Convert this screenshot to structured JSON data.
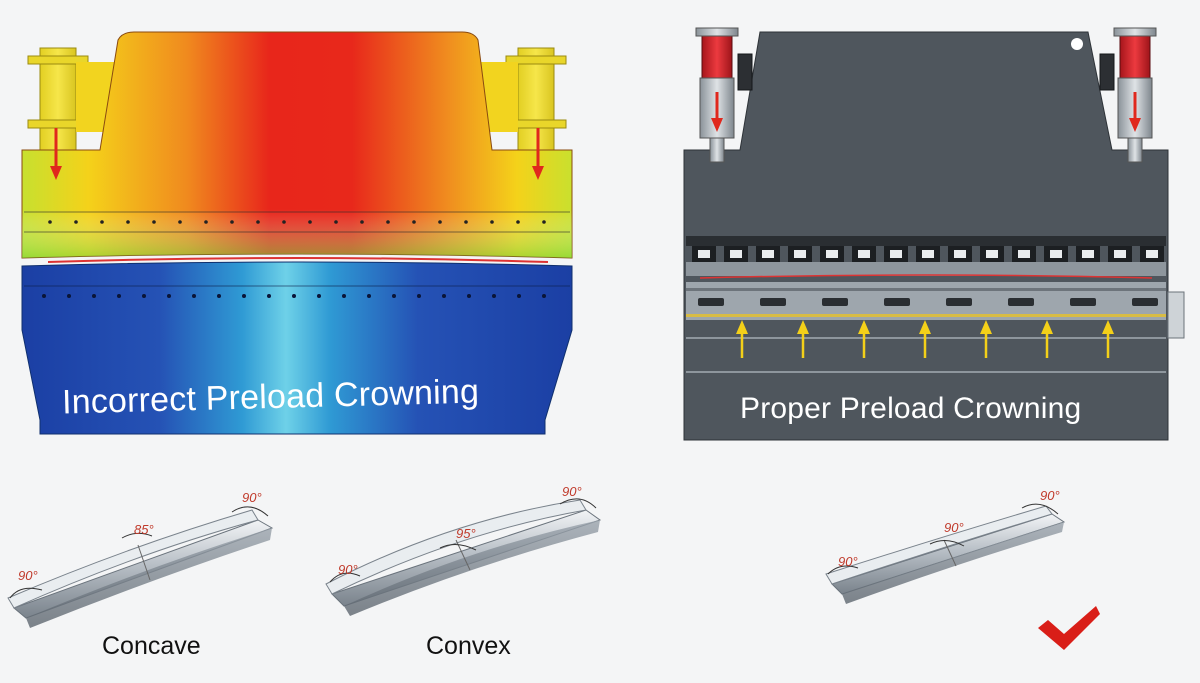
{
  "panels": {
    "left": {
      "title": "Incorrect Preload Crowning"
    },
    "right": {
      "title": "Proper  Preload Crowning"
    }
  },
  "pieces": [
    {
      "caption": "Concave",
      "angles": {
        "left": "90°",
        "middle": "85°",
        "right": "90°"
      }
    },
    {
      "caption": "Convex",
      "angles": {
        "left": "90°",
        "middle": "95°",
        "right": "90°"
      }
    },
    {
      "caption": "",
      "angles": {
        "left": "90°",
        "middle": "90°",
        "right": "90°"
      }
    }
  ],
  "colors": {
    "stress_high": "#e8261b",
    "stress_mid": "#f2d21a",
    "stress_low_mid": "#59c83b",
    "stress_low": "#1b3fa4",
    "machine_body": "#4f565d",
    "cylinder": "#d71f26",
    "force_arrow_up": "#f4d019",
    "force_arrow_down": "#e0281d",
    "check_mark": "#d91e18"
  },
  "icons": {
    "approved": "check-mark-icon"
  }
}
